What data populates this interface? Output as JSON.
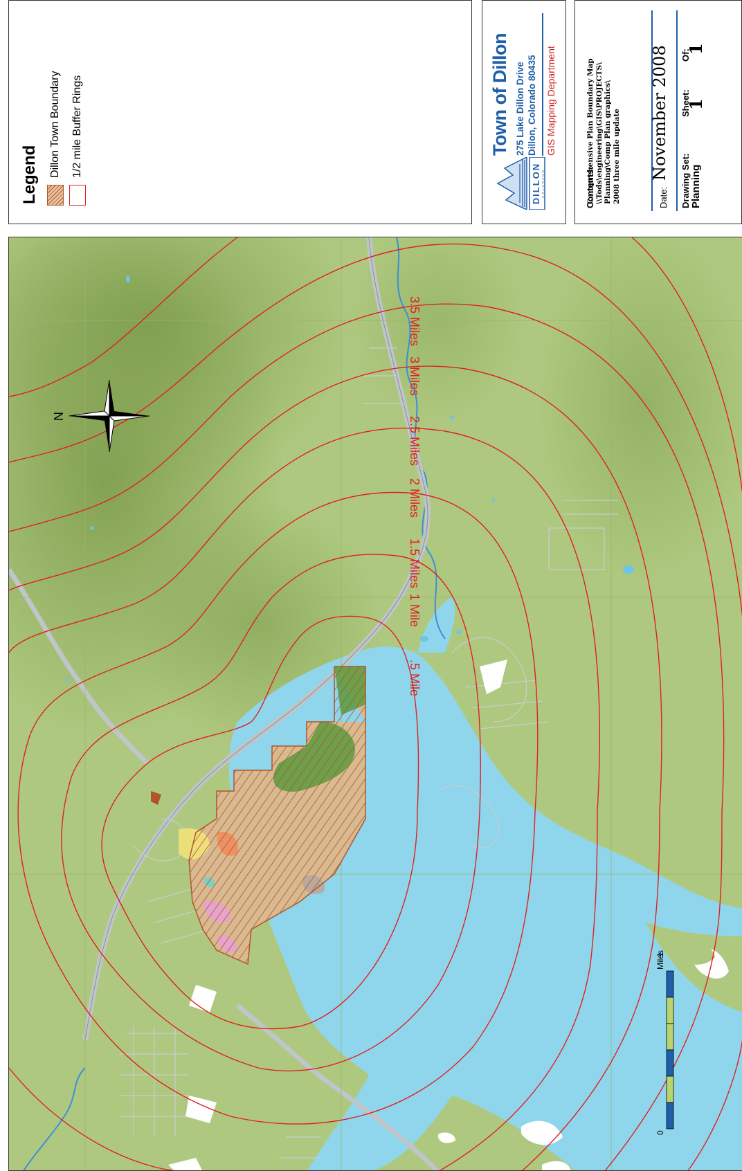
{
  "legend": {
    "title": "Legend",
    "items": [
      {
        "label": "Dillon Town Boundary",
        "color": "#b0552a"
      },
      {
        "label": "1/2 mile Buffer Rings",
        "color": "#e02020"
      }
    ]
  },
  "logo": {
    "town": "Town of Dillon",
    "address_line1": "275 Lake Dillon Drive",
    "address_line2": "Dillon, Colorado 80435",
    "department": "GIS Mapping Department",
    "emblem_text": "DILLON",
    "emblem_subtext": "COLORADO"
  },
  "titleblock": {
    "contents_label": "Contents:",
    "contents_lines": [
      "Comprehensive Plan Boundary Map",
      "\\\\Tods\\engineering\\GIS\\PROJECTS\\",
      "Planning\\Comp Plan graphics\\",
      "2008 three mile update"
    ],
    "date_label": "Date:",
    "date_value": "November 2008",
    "drawing_set_label": "Drawing Set:",
    "drawing_set_value": "Planning",
    "sheet_label": "Sheet:",
    "sheet_value": "1",
    "of_label": "Of:",
    "of_value": "1"
  },
  "map": {
    "ring_labels": [
      ".5 Mile",
      "1 Mile",
      "1.5 Miles",
      "2 Miles",
      "2.5 Miles",
      "3 Miles",
      "3.5 Miles"
    ],
    "north_label": "N",
    "scale_zero": "0",
    "scale_one": "1",
    "scale_unit": "Miles",
    "colors": {
      "terrain": "#aec97f",
      "terrain_dark": "#8fab5c",
      "water": "#8fd6ec",
      "ring": "#e02020",
      "boundary": "#b0552a",
      "road": "#bfc5c9"
    }
  }
}
